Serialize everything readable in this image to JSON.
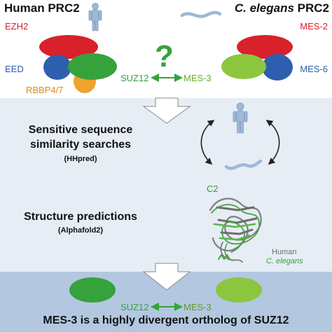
{
  "header": {
    "left_title": "Human PRC2",
    "right_title_italic": "C. elegans",
    "right_title_suffix": " PRC2",
    "question_mark": "?"
  },
  "human_complex": {
    "ezh2": "EZH2",
    "eed": "EED",
    "rbbp": "RBBP4/7",
    "suz12": "SUZ12"
  },
  "worm_complex": {
    "mes2": "MES-2",
    "mes6": "MES-6",
    "mes3": "MES-3"
  },
  "middle": {
    "line1": "Sensitive sequence",
    "line2": "similarity searches",
    "tool1": "(HHpred)",
    "line3": "Structure predictions",
    "tool2": "(Alphafold2)",
    "domain_label": "C2",
    "legend_human": "Human",
    "legend_worm": "C. elegans"
  },
  "bottom": {
    "suz12": "SUZ12",
    "mes3": "MES-3",
    "conclusion": "MES-3 is a highly divergent ortholog of SUZ12"
  },
  "colors": {
    "ezh2_red": "#d8212b",
    "eed_blue": "#2e5fae",
    "rbbp_orange": "#f0a22e",
    "suz12_green": "#35a23c",
    "mes3_lightgreen": "#8cc63f",
    "band_top": "#ffffff",
    "band_mid": "#e6edf5",
    "band_bottom": "#b3c7e0"
  },
  "icons": [
    "human-figure-icon",
    "worm-icon",
    "down-arrow-icon",
    "double-headed-arrow-icon",
    "curved-arrow-icon",
    "protein-structure-icon"
  ]
}
